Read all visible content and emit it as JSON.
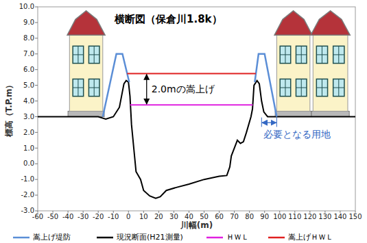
{
  "diagram": {
    "title": "横断図（保倉川1.8k）",
    "labels": [
      "10.0",
      "9.0",
      "8.0",
      "7.0",
      "6.0",
      "5.0",
      "4.0",
      "3.0",
      "2.0",
      "1.0",
      "0.0",
      "-1.0",
      "-2.0",
      "-3.0",
      "-60",
      "-50",
      "-40",
      "-30",
      "-20",
      "-10",
      "0",
      "10",
      "20",
      "30",
      "40",
      "50",
      "60",
      "70",
      "80",
      "90",
      "100",
      "110",
      "120",
      "130",
      "140",
      "150",
      "標高（T.P.m）",
      "川幅(m)",
      "2.0mの嵩上げ",
      "必要となる用地"
    ],
    "legend": [
      {
        "text": "嵩上げ堤防"
      },
      {
        "text": "現況断面(H21測量)"
      },
      {
        "text": "ＨＷＬ"
      },
      {
        "text": "嵩上げＨＷＬ"
      }
    ]
  }
}
